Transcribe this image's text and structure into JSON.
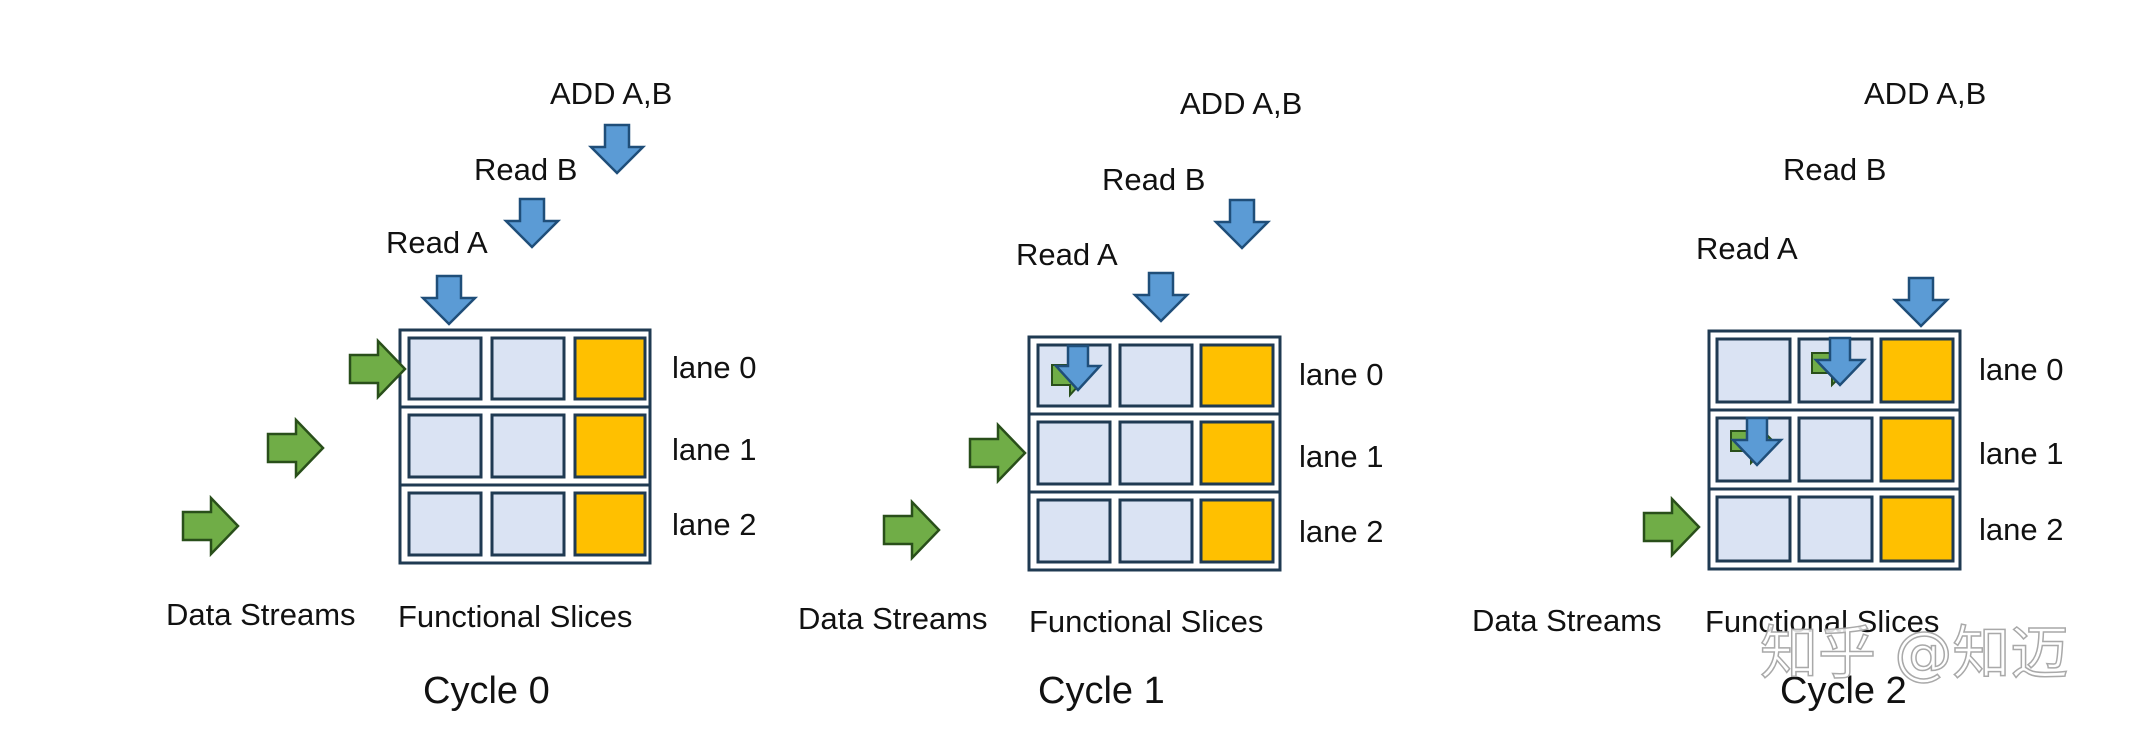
{
  "panels": [
    {
      "cycle_label": "Cycle 0",
      "instructions": [
        "ADD A,B",
        "Read B",
        "Read A"
      ],
      "lanes": [
        "lane 0",
        "lane 1",
        "lane 2"
      ],
      "streams_label": "Data Streams",
      "slices_label": "Functional Slices"
    },
    {
      "cycle_label": "Cycle 1",
      "instructions": [
        "ADD A,B",
        "Read B",
        "Read A"
      ],
      "lanes": [
        "lane 0",
        "lane 1",
        "lane 2"
      ],
      "streams_label": "Data Streams",
      "slices_label": "Functional Slices"
    },
    {
      "cycle_label": "Cycle 2",
      "instructions": [
        "ADD A,B",
        "Read B",
        "Read A"
      ],
      "lanes": [
        "lane 0",
        "lane 1",
        "lane 2"
      ],
      "streams_label": "Data Streams",
      "slices_label": "Functional Slices"
    }
  ],
  "watermark": "知乎 @知迈",
  "colors": {
    "cell_fill": "#dae3f3",
    "cell_stroke": "#1f3a52",
    "active_slice": "#ffc000",
    "instruction_arrow": "#5b9bd5",
    "instruction_arrow_stroke": "#1f4e79",
    "stream_arrow": "#70ad47",
    "stream_arrow_stroke": "#294f1a"
  }
}
